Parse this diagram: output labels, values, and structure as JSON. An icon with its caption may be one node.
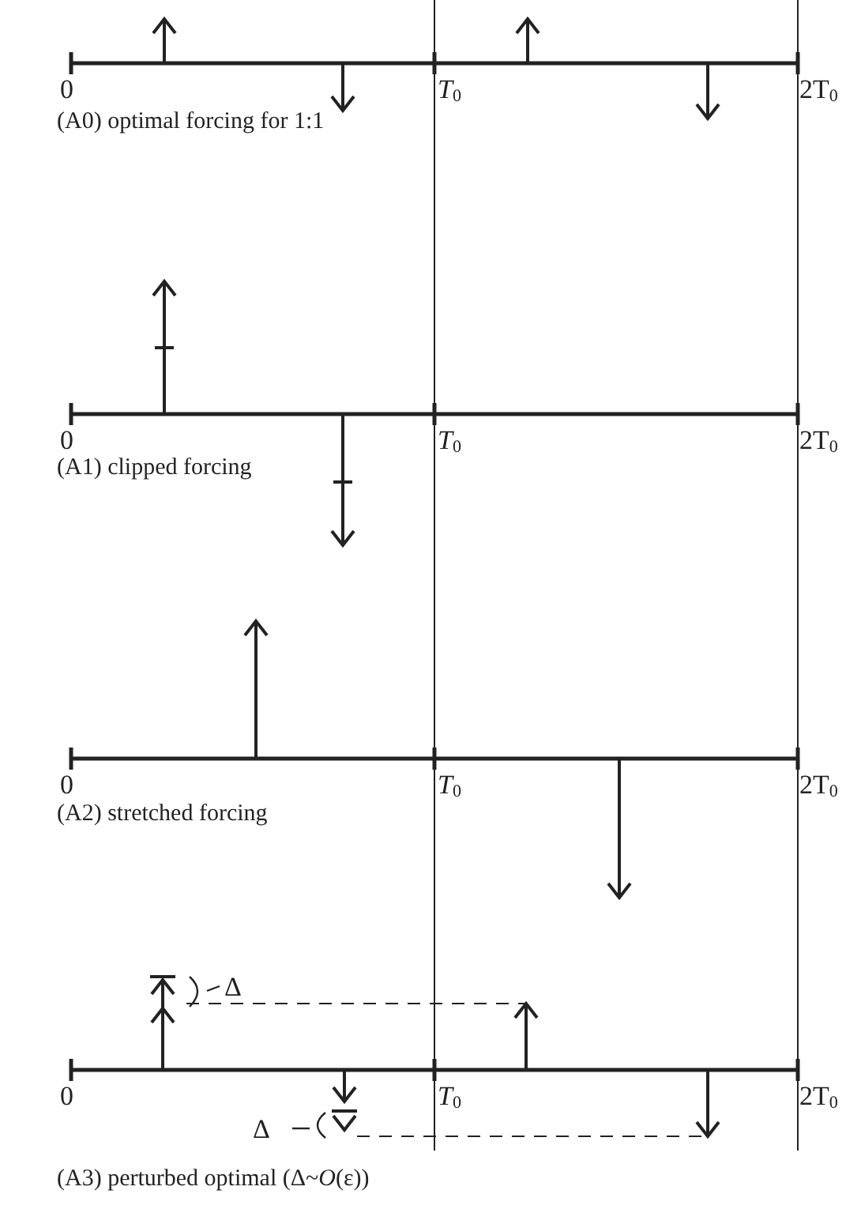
{
  "diagram": {
    "labels": [
      "0",
      "*T*$_{0}$",
      "2T$_{0}$",
      "(A0) optimal forcing for 1:1",
      "0",
      "*T*$_{0}$",
      "2T$_{0}$",
      "(A1) clipped forcing",
      "0",
      "*T*$_{0}$",
      "2T$_{0}$",
      "(A2) stretched forcing",
      "Δ",
      "0",
      "*T*$_{0}$",
      "2T$_{0}$",
      "Δ",
      "(A3) perturbed optimal (Δ~*O*(ε))"
    ]
  }
}
